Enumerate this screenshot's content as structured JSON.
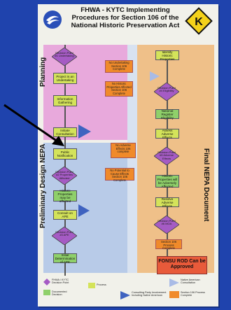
{
  "document": {
    "title": "FHWA - KYTC Implementing Procedures for Section 106 of the National Historic Preservation Act",
    "sign_letter": "K"
  },
  "bands": {
    "planning": "Planning",
    "preliminary": "Preliminary Design NEPA",
    "final": "Final NEPA Document"
  },
  "flow_left": [
    "Decision Point #1 Undertaking",
    "Project is an Undertaking",
    "Information Gathering",
    "Initiate Consultation",
    "Public Notification",
    "Decision Point #2 Properties Affected",
    "Historic Properties may be affected",
    "Consult on APE",
    "Decision Point #3 APE",
    "Initial Determination of APE"
  ],
  "flow_right": [
    "Identify Historic Properties",
    "Decision Point #4 Eligibility",
    "National Register Eligibility",
    "Assess Adverse Effects",
    "Decision Point #5 Adverse Effects",
    "Historic Properties will be Adversely Affected",
    "Resolve Adverse Effects",
    "Decision Point #6 MOA",
    "Section 106 Process Complete"
  ],
  "notes": [
    "No Undertaking Section 106 Complete",
    "No Historic Properties Affected Section 106 Complete",
    "No Adverse Effects 106 complete",
    "No Potential to Cause Effects Section 106 Complete"
  ],
  "fonsu": "FONSU ROD Can be Approved",
  "legend": [
    {
      "label": "FHWA / KYTC Decision Point",
      "color": "#a55bc4"
    },
    {
      "label": "Documented Decision",
      "color": "#8fd06a"
    },
    {
      "label": "Process",
      "color": "#d4e35a"
    },
    {
      "label": "Consulting Party Involvement Including Native American",
      "color": "#3f63c0"
    },
    {
      "label": "Native American Consultation",
      "color": "#6c8ad0"
    },
    {
      "label": "Section 106 Process Complete",
      "color": "#f08a2a"
    }
  ],
  "colors": {
    "background": "#1f43ad",
    "planning": "#e8a9dc",
    "preliminary": "#b8cbe8",
    "final": "#efc089",
    "decision": "#a55bc4",
    "process": "#d4e35a",
    "documented": "#8fd06a",
    "complete": "#f08a2a",
    "fonsu": "#e85a3a"
  }
}
